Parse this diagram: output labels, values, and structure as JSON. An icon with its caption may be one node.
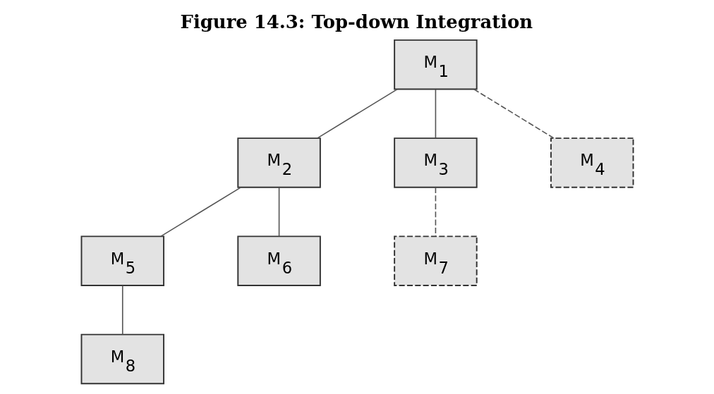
{
  "diagram": {
    "title": "Figure 14.3: Top-down Integration",
    "nodes": [
      {
        "text": [
          "M$_{1}$"
        ]
      },
      {
        "text": [
          "M$_{2}$"
        ]
      },
      {
        "text": [
          "M$_{3}$"
        ]
      },
      {
        "text": [
          "M$_{4}$"
        ]
      },
      {
        "text": [
          "M$_{5}$"
        ]
      },
      {
        "text": [
          "M$_{6}$"
        ]
      },
      {
        "text": [
          "M$_{7}$"
        ]
      },
      {
        "text": [
          "M$_{8}$"
        ]
      }
    ],
    "edges": [
      {
        "from": 0,
        "to": 1,
        "arrow": "none"
      },
      {
        "from": 0,
        "to": 2,
        "arrow": "none"
      },
      {
        "from": 0,
        "to": 3,
        "arrow": "none",
        "style": "dashed"
      },
      {
        "from": 2,
        "to": 6,
        "arrow": "none",
        "style": "dashed"
      },
      {
        "from": 1,
        "to": 4,
        "arrow": "none"
      },
      {
        "from": 1,
        "to": 5,
        "arrow": "none"
      },
      {
        "from": 4,
        "to": 7,
        "arrow": "none"
      }
    ]
  }
}
